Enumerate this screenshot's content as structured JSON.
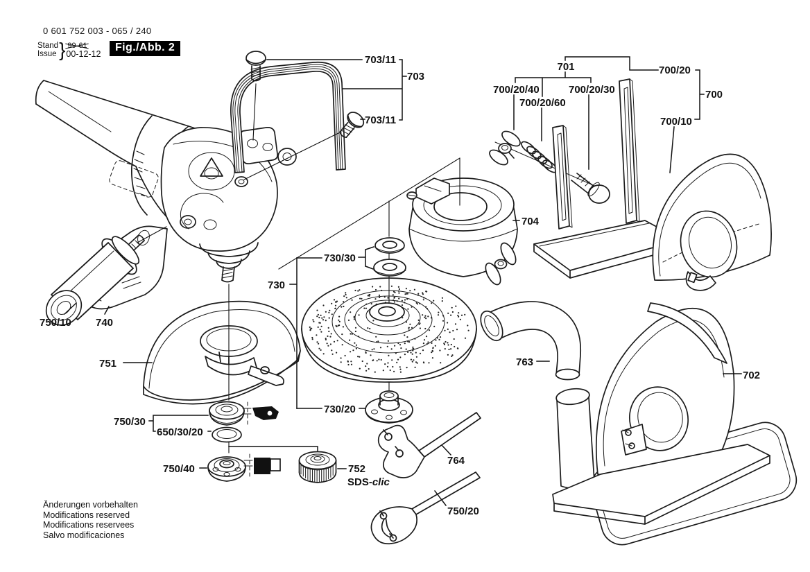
{
  "header": {
    "part_number": "0 601 752 003 - 065 / 240",
    "stand_label": "Stand",
    "issue_label": "Issue",
    "brace": "}",
    "superseded_date": "99-61",
    "issue_date": "00-12-12",
    "figure_label": "Fig./Abb. 2"
  },
  "callouts": {
    "c703_11_top": "703/11",
    "c703": "703",
    "c703_11_side": "703/11",
    "c701": "701",
    "c700_20": "700/20",
    "c700": "700",
    "c700_20_40": "700/20/40",
    "c700_20_60": "700/20/60",
    "c700_20_30": "700/20/30",
    "c700_10": "700/10",
    "c704": "704",
    "c730_30": "730/30",
    "c730": "730",
    "c730_20": "730/20",
    "c750_10": "750/10",
    "c740": "740",
    "c751": "751",
    "c750_30": "750/30",
    "c650_30_20": "650/30/20",
    "c750_40": "750/40",
    "c752": "752",
    "c752_brand": "SDS-",
    "c752_script": "clic",
    "c764": "764",
    "c750_20": "750/20",
    "c763": "763",
    "c702": "702"
  },
  "footer": {
    "lines": [
      "Änderungen vorbehalten",
      "Modifications reserved",
      "Modifications reservees",
      "Salvo modificaciones"
    ]
  },
  "colors": {
    "ink": "#1a1a1a",
    "paper": "#ffffff",
    "figure_box_bg": "#000000",
    "figure_box_text": "#ffffff"
  }
}
